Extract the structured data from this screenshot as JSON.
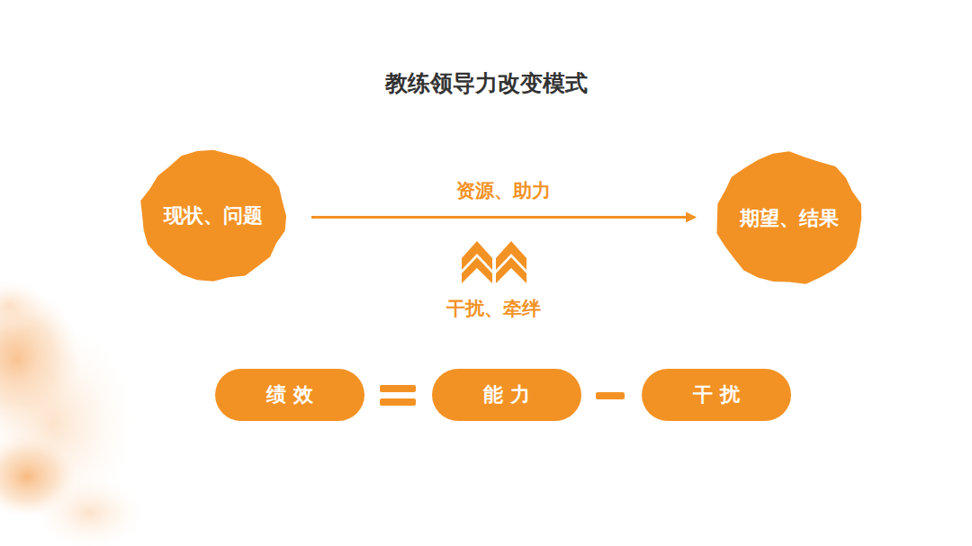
{
  "diagram": {
    "title": "教练领导力改变模式",
    "nodes": [
      {
        "text": [
          "现状、问题"
        ]
      },
      {
        "text": [
          "期望、结果"
        ]
      },
      {
        "text": [
          "绩 效"
        ]
      },
      {
        "text": [
          "能 力"
        ]
      },
      {
        "text": [
          "干 扰"
        ]
      }
    ],
    "edges": [
      {
        "from": 0,
        "to": 1,
        "arrow": "to",
        "label": "资源、助力"
      }
    ],
    "labels": [
      "干扰、牵绊"
    ]
  }
}
